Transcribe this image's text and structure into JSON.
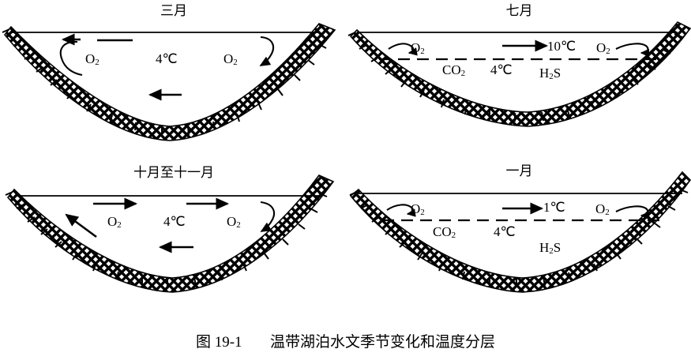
{
  "figure": {
    "caption_number": "图 19-1",
    "caption_text": "温带湖泊水文季节变化和温度分层",
    "ink_color": "#000000",
    "background_color": "#ffffff"
  },
  "panels": [
    {
      "id": "march",
      "title": "三月",
      "position": "top-left",
      "stratified": false,
      "labels": [
        {
          "name": "o2-left",
          "text": "O",
          "sub": "2"
        },
        {
          "name": "temperature-main",
          "text": "4℃"
        },
        {
          "name": "o2-right",
          "text": "O",
          "sub": "2"
        }
      ],
      "temperatures": [
        "4℃"
      ],
      "gases": [
        "O2"
      ],
      "arrows": [
        {
          "name": "surface-arrow-left",
          "direction": "left"
        },
        {
          "name": "surface-bar",
          "direction": "none"
        },
        {
          "name": "circulation-left",
          "direction": "up-left-curl"
        },
        {
          "name": "circulation-right",
          "direction": "down-right-curl"
        },
        {
          "name": "bottom-arrow",
          "direction": "left"
        }
      ]
    },
    {
      "id": "july",
      "title": "七月",
      "position": "top-right",
      "stratified": true,
      "labels": [
        {
          "name": "o2-left",
          "text": "O",
          "sub": "2"
        },
        {
          "name": "temperature-epilimnion",
          "text": "10℃"
        },
        {
          "name": "o2-right",
          "text": "O",
          "sub": "2"
        },
        {
          "name": "co2",
          "text": "CO",
          "sub": "2"
        },
        {
          "name": "temperature-hypolimnion",
          "text": "4℃"
        },
        {
          "name": "h2s",
          "text": "H",
          "sub": "2",
          "suffix": "S"
        }
      ],
      "temperatures": [
        "10℃",
        "4℃"
      ],
      "gases": [
        "O2",
        "CO2",
        "H2S"
      ],
      "arrows": [
        {
          "name": "circulation-left",
          "direction": "right-hook"
        },
        {
          "name": "surface-arrow-mid",
          "direction": "right"
        },
        {
          "name": "circulation-right",
          "direction": "right-hook"
        }
      ],
      "thermocline": true
    },
    {
      "id": "october-november",
      "title": "十月至十一月",
      "position": "bottom-left",
      "stratified": false,
      "labels": [
        {
          "name": "o2-left",
          "text": "O",
          "sub": "2"
        },
        {
          "name": "temperature-main",
          "text": "4℃"
        },
        {
          "name": "o2-right",
          "text": "O",
          "sub": "2"
        }
      ],
      "temperatures": [
        "4℃"
      ],
      "gases": [
        "O2"
      ],
      "arrows": [
        {
          "name": "surface-arrow-left",
          "direction": "right"
        },
        {
          "name": "surface-arrow-right",
          "direction": "right"
        },
        {
          "name": "slope-arrow-left",
          "direction": "up-left"
        },
        {
          "name": "circulation-right",
          "direction": "down-right-curl"
        },
        {
          "name": "bottom-arrow",
          "direction": "left"
        }
      ]
    },
    {
      "id": "january",
      "title": "一月",
      "position": "bottom-right",
      "stratified": true,
      "labels": [
        {
          "name": "o2-left",
          "text": "O",
          "sub": "2"
        },
        {
          "name": "temperature-epilimnion",
          "text": "1℃"
        },
        {
          "name": "o2-right",
          "text": "O",
          "sub": "2"
        },
        {
          "name": "co2",
          "text": "CO",
          "sub": "2"
        },
        {
          "name": "temperature-hypolimnion",
          "text": "4℃"
        },
        {
          "name": "h2s",
          "text": "H",
          "sub": "2",
          "suffix": "S"
        }
      ],
      "temperatures": [
        "1℃",
        "4℃"
      ],
      "gases": [
        "O2",
        "CO2",
        "H2S"
      ],
      "arrows": [
        {
          "name": "circulation-left",
          "direction": "right-hook"
        },
        {
          "name": "surface-arrow-mid",
          "direction": "right"
        },
        {
          "name": "circulation-right",
          "direction": "right-hook"
        }
      ],
      "thermocline": true
    }
  ]
}
